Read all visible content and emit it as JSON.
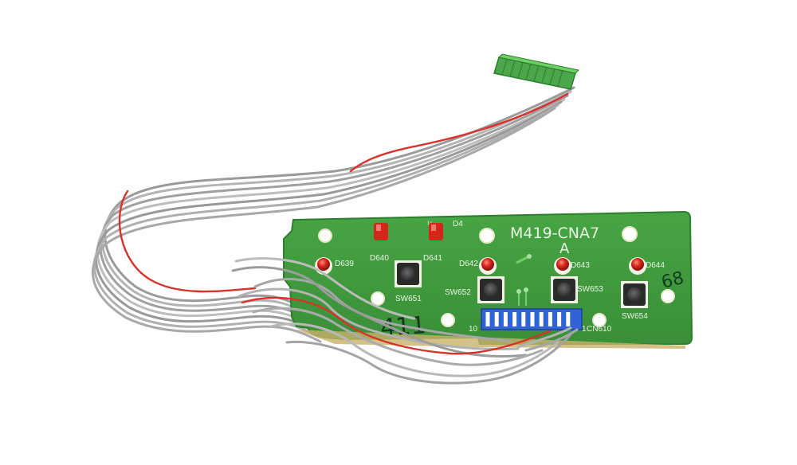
{
  "board": {
    "part_number": "M419-CNA7",
    "revision": "A",
    "top_mark": "D4",
    "top_mark_prefix": "½",
    "connector_label": "CN610",
    "pin_first": "10",
    "pin_last": "1",
    "registered_mark": "®",
    "handwritten_left": "411",
    "handwritten_right": "68",
    "leds": [
      {
        "label": "D639",
        "color": "#d5261c"
      },
      {
        "label": "D640",
        "color": "#d5261c"
      },
      {
        "label": "D641",
        "color": "#d5261c"
      },
      {
        "label": "D642",
        "color": "#d5261c"
      },
      {
        "label": "D643",
        "color": "#d5261c"
      },
      {
        "label": "D644",
        "color": "#d5261c"
      }
    ],
    "switches": [
      {
        "label": "SW651"
      },
      {
        "label": "SW652"
      },
      {
        "label": "SW653"
      },
      {
        "label": "SW654"
      }
    ],
    "colors": {
      "pcb": "#3f9a3c",
      "pcb_edge": "#2f7d2e",
      "wire": "#a6a6a6",
      "wire_red": "#d8322b",
      "plug": "#4aa84a",
      "header": "#2f63d6"
    }
  }
}
